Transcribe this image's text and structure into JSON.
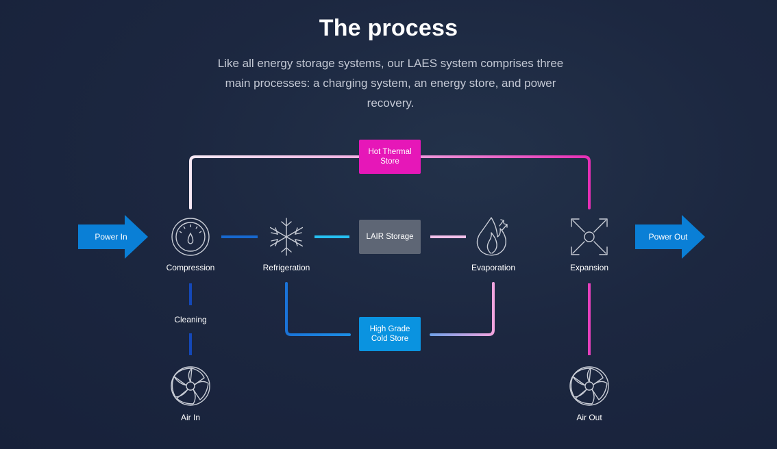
{
  "heading": "The process",
  "intro": "Like all energy storage systems, our LAES system comprises three main processes: a charging system, an energy store, and power recovery.",
  "diagram": {
    "power_in": "Power In",
    "power_out": "Power Out",
    "nodes": {
      "compression": "Compression",
      "refrigeration": "Refrigeration",
      "evaporation": "Evaporation",
      "expansion": "Expansion",
      "cleaning": "Cleaning",
      "air_in": "Air In",
      "air_out": "Air Out"
    },
    "stores": {
      "hot_thermal": "Hot Thermal Store",
      "lair": "LAIR Storage",
      "cold": "High Grade Cold Store"
    },
    "icons": {
      "compression": "gauge-icon",
      "refrigeration": "snowflake-icon",
      "evaporation": "flame-icon",
      "expansion": "expand-arrows-icon",
      "air_in": "fan-icon",
      "air_out": "fan-icon"
    },
    "colors": {
      "background": "#1c2740",
      "power_arrow": "#0a7fd6",
      "hot_store": "#e617b8",
      "lair_store": "#5e6675",
      "cold_store": "#0a93e0",
      "line_dark_blue": "#1559c9",
      "line_cyan": "#1fb6ef",
      "line_pink_light": "#f0b8e6",
      "line_magenta": "#e43cb9"
    }
  }
}
